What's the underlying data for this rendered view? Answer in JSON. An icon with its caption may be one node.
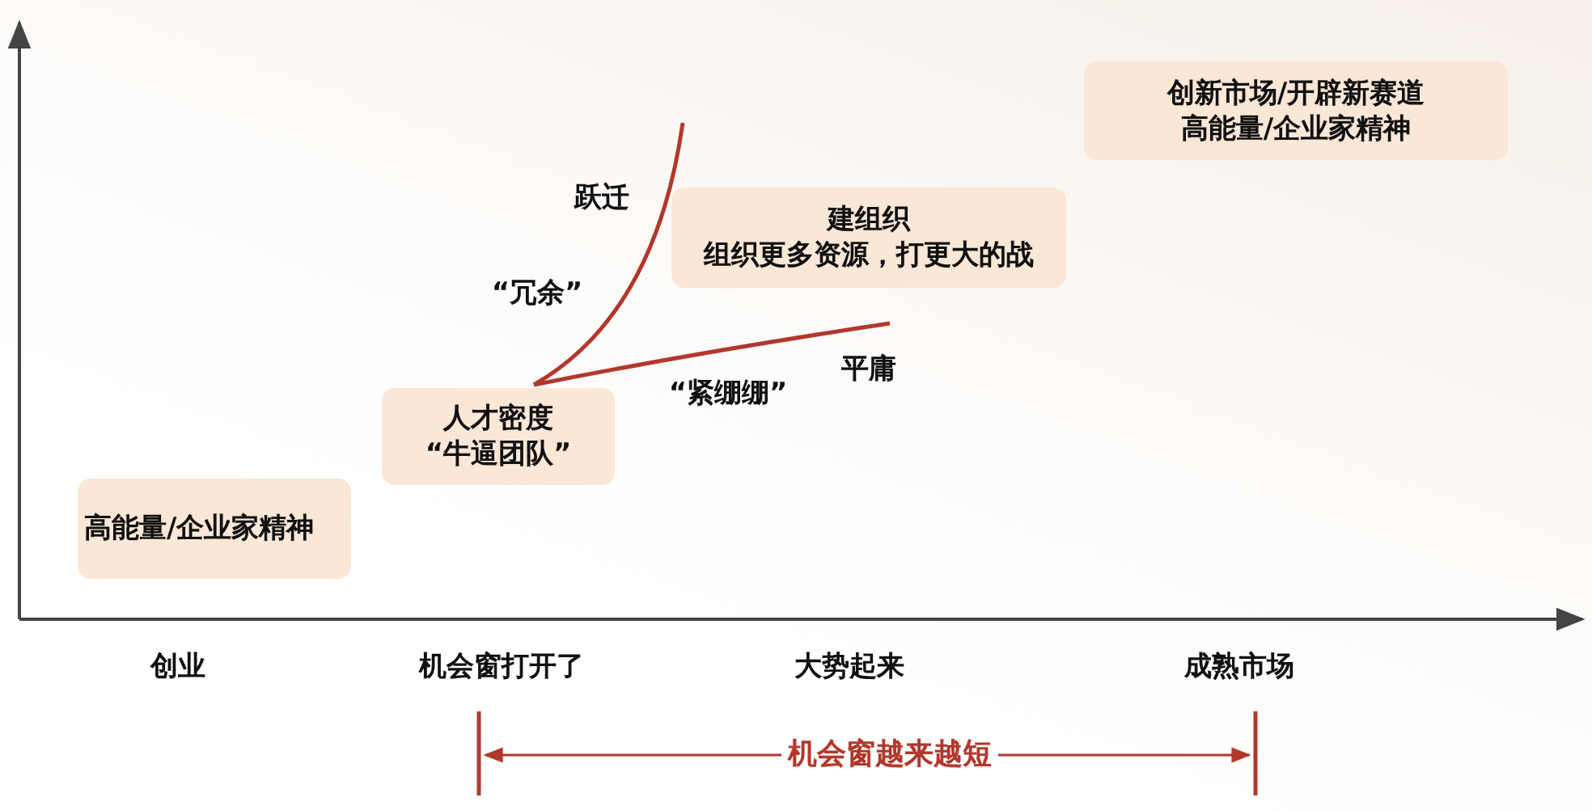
{
  "diagram": {
    "nodes": [
      {
        "text": [
          "创新市场/开辟新赛道",
          "高能量/企业家精神"
        ]
      },
      {
        "text": [
          "建组织",
          "组织更多资源，打更大的战"
        ]
      },
      {
        "text": [
          "人才密度",
          "“牛逼团队”"
        ]
      },
      {
        "text": [
          "高能量/企业家精神"
        ]
      }
    ],
    "labels": [
      "跃迁",
      "“冗余”",
      "“紧绷绷”",
      "平庸",
      "创业",
      "机会窗打开了",
      "大势起来",
      "成熟市场",
      "机会窗越来越短"
    ]
  }
}
